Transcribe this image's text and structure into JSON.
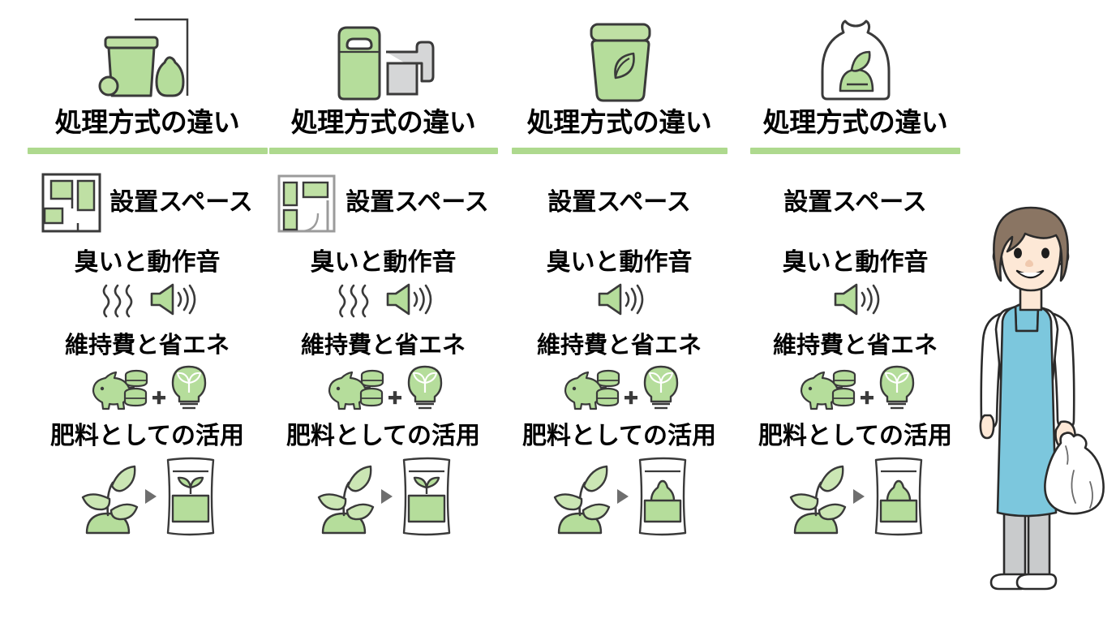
{
  "meta": {
    "accent_green": "#aed98e",
    "icon_green": "#b5dd9b",
    "icon_outline": "#3a3a3a",
    "text_color": "#000000",
    "apron_blue": "#7cc7dd",
    "background": "#ffffff"
  },
  "columns": [
    {
      "header_icon": "trash-bin-and-garbage-bag-icon",
      "header_title": "処理方式の違い",
      "rows": [
        {
          "label": "設置スペース",
          "icon": "floor-plan-rooms-icon",
          "has_icon": true
        },
        {
          "label": "臭いと動作音",
          "icon": "odor-waves-and-speaker-icon",
          "has_odor": true,
          "has_speaker": true
        },
        {
          "label": "維持費と省エネ",
          "icon": "piggy-bank-coins-plus-eco-bulb-icon"
        },
        {
          "label": "肥料としての活用",
          "icon": "sprout-arrow-fertilizer-bag-icon",
          "bag_content": "sprout"
        }
      ]
    },
    {
      "header_icon": "green-waste-container-and-grey-machine-icon",
      "header_title": "処理方式の違い",
      "rows": [
        {
          "label": "設置スペース",
          "icon": "floor-plan-door-icon",
          "has_icon": true
        },
        {
          "label": "臭いと動作音",
          "icon": "odor-waves-and-speaker-icon",
          "has_odor": true,
          "has_speaker": true
        },
        {
          "label": "維持費と省エネ",
          "icon": "piggy-bank-coins-plus-eco-bulb-icon"
        },
        {
          "label": "肥料としての活用",
          "icon": "sprout-arrow-fertilizer-bag-icon",
          "bag_content": "sprout"
        }
      ]
    },
    {
      "header_icon": "green-bin-with-leaf-icon",
      "header_title": "処理方式の違い",
      "rows": [
        {
          "label": "設置スペース",
          "icon": null,
          "has_icon": false
        },
        {
          "label": "臭いと動作音",
          "icon": "speaker-icon",
          "has_odor": false,
          "has_speaker": true
        },
        {
          "label": "維持費と省エネ",
          "icon": "piggy-bank-coins-plus-eco-bulb-icon"
        },
        {
          "label": "肥料としての活用",
          "icon": "sprout-arrow-fertilizer-bag-icon",
          "bag_content": "sack"
        }
      ]
    },
    {
      "header_icon": "compost-bag-icon",
      "header_title": "処理方式の違い",
      "rows": [
        {
          "label": "設置スペース",
          "icon": null,
          "has_icon": false
        },
        {
          "label": "臭いと動作音",
          "icon": "speaker-icon",
          "has_odor": false,
          "has_speaker": true
        },
        {
          "label": "維持費と省エネ",
          "icon": "piggy-bank-coins-plus-eco-bulb-icon"
        },
        {
          "label": "肥料としての活用",
          "icon": "sprout-arrow-fertilizer-bag-icon",
          "bag_content": "sack"
        }
      ]
    }
  ],
  "illustration": {
    "name": "woman-in-apron-holding-plastic-bag",
    "hair_color": "#8a7563",
    "skin_color": "#fde8d6",
    "apron_color": "#7cc7dd",
    "shirt_color": "#ffffff",
    "pants_color": "#c9cbcc",
    "shoe_color": "#ffffff"
  }
}
